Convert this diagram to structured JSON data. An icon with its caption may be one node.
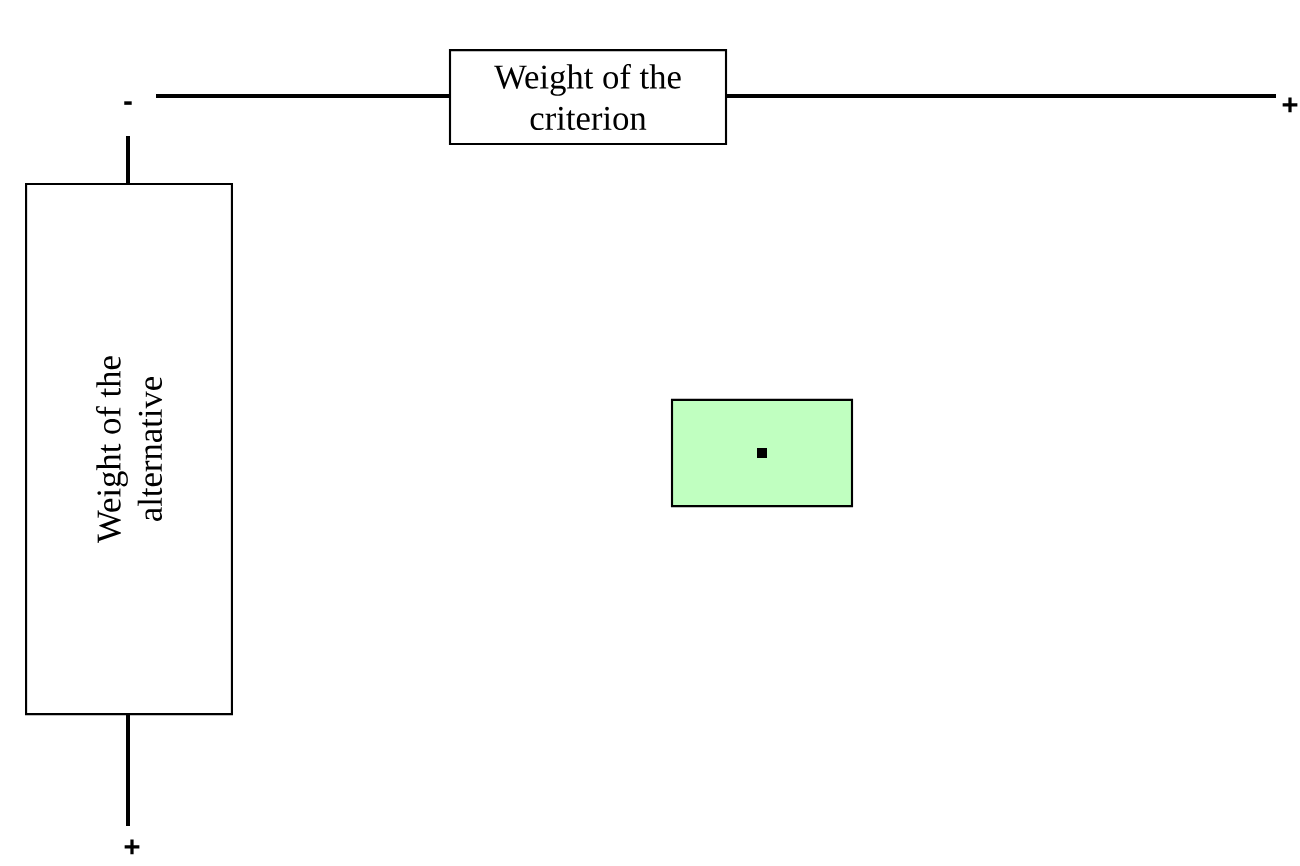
{
  "diagram": {
    "nodes": [
      {
        "text": [
          "Weight of the criterion"
        ]
      },
      {
        "text": [
          "Weight of the alternative"
        ]
      },
      {
        "text": [],
        "shape": "box"
      }
    ],
    "labels": [
      "-",
      "+",
      "+"
    ]
  }
}
